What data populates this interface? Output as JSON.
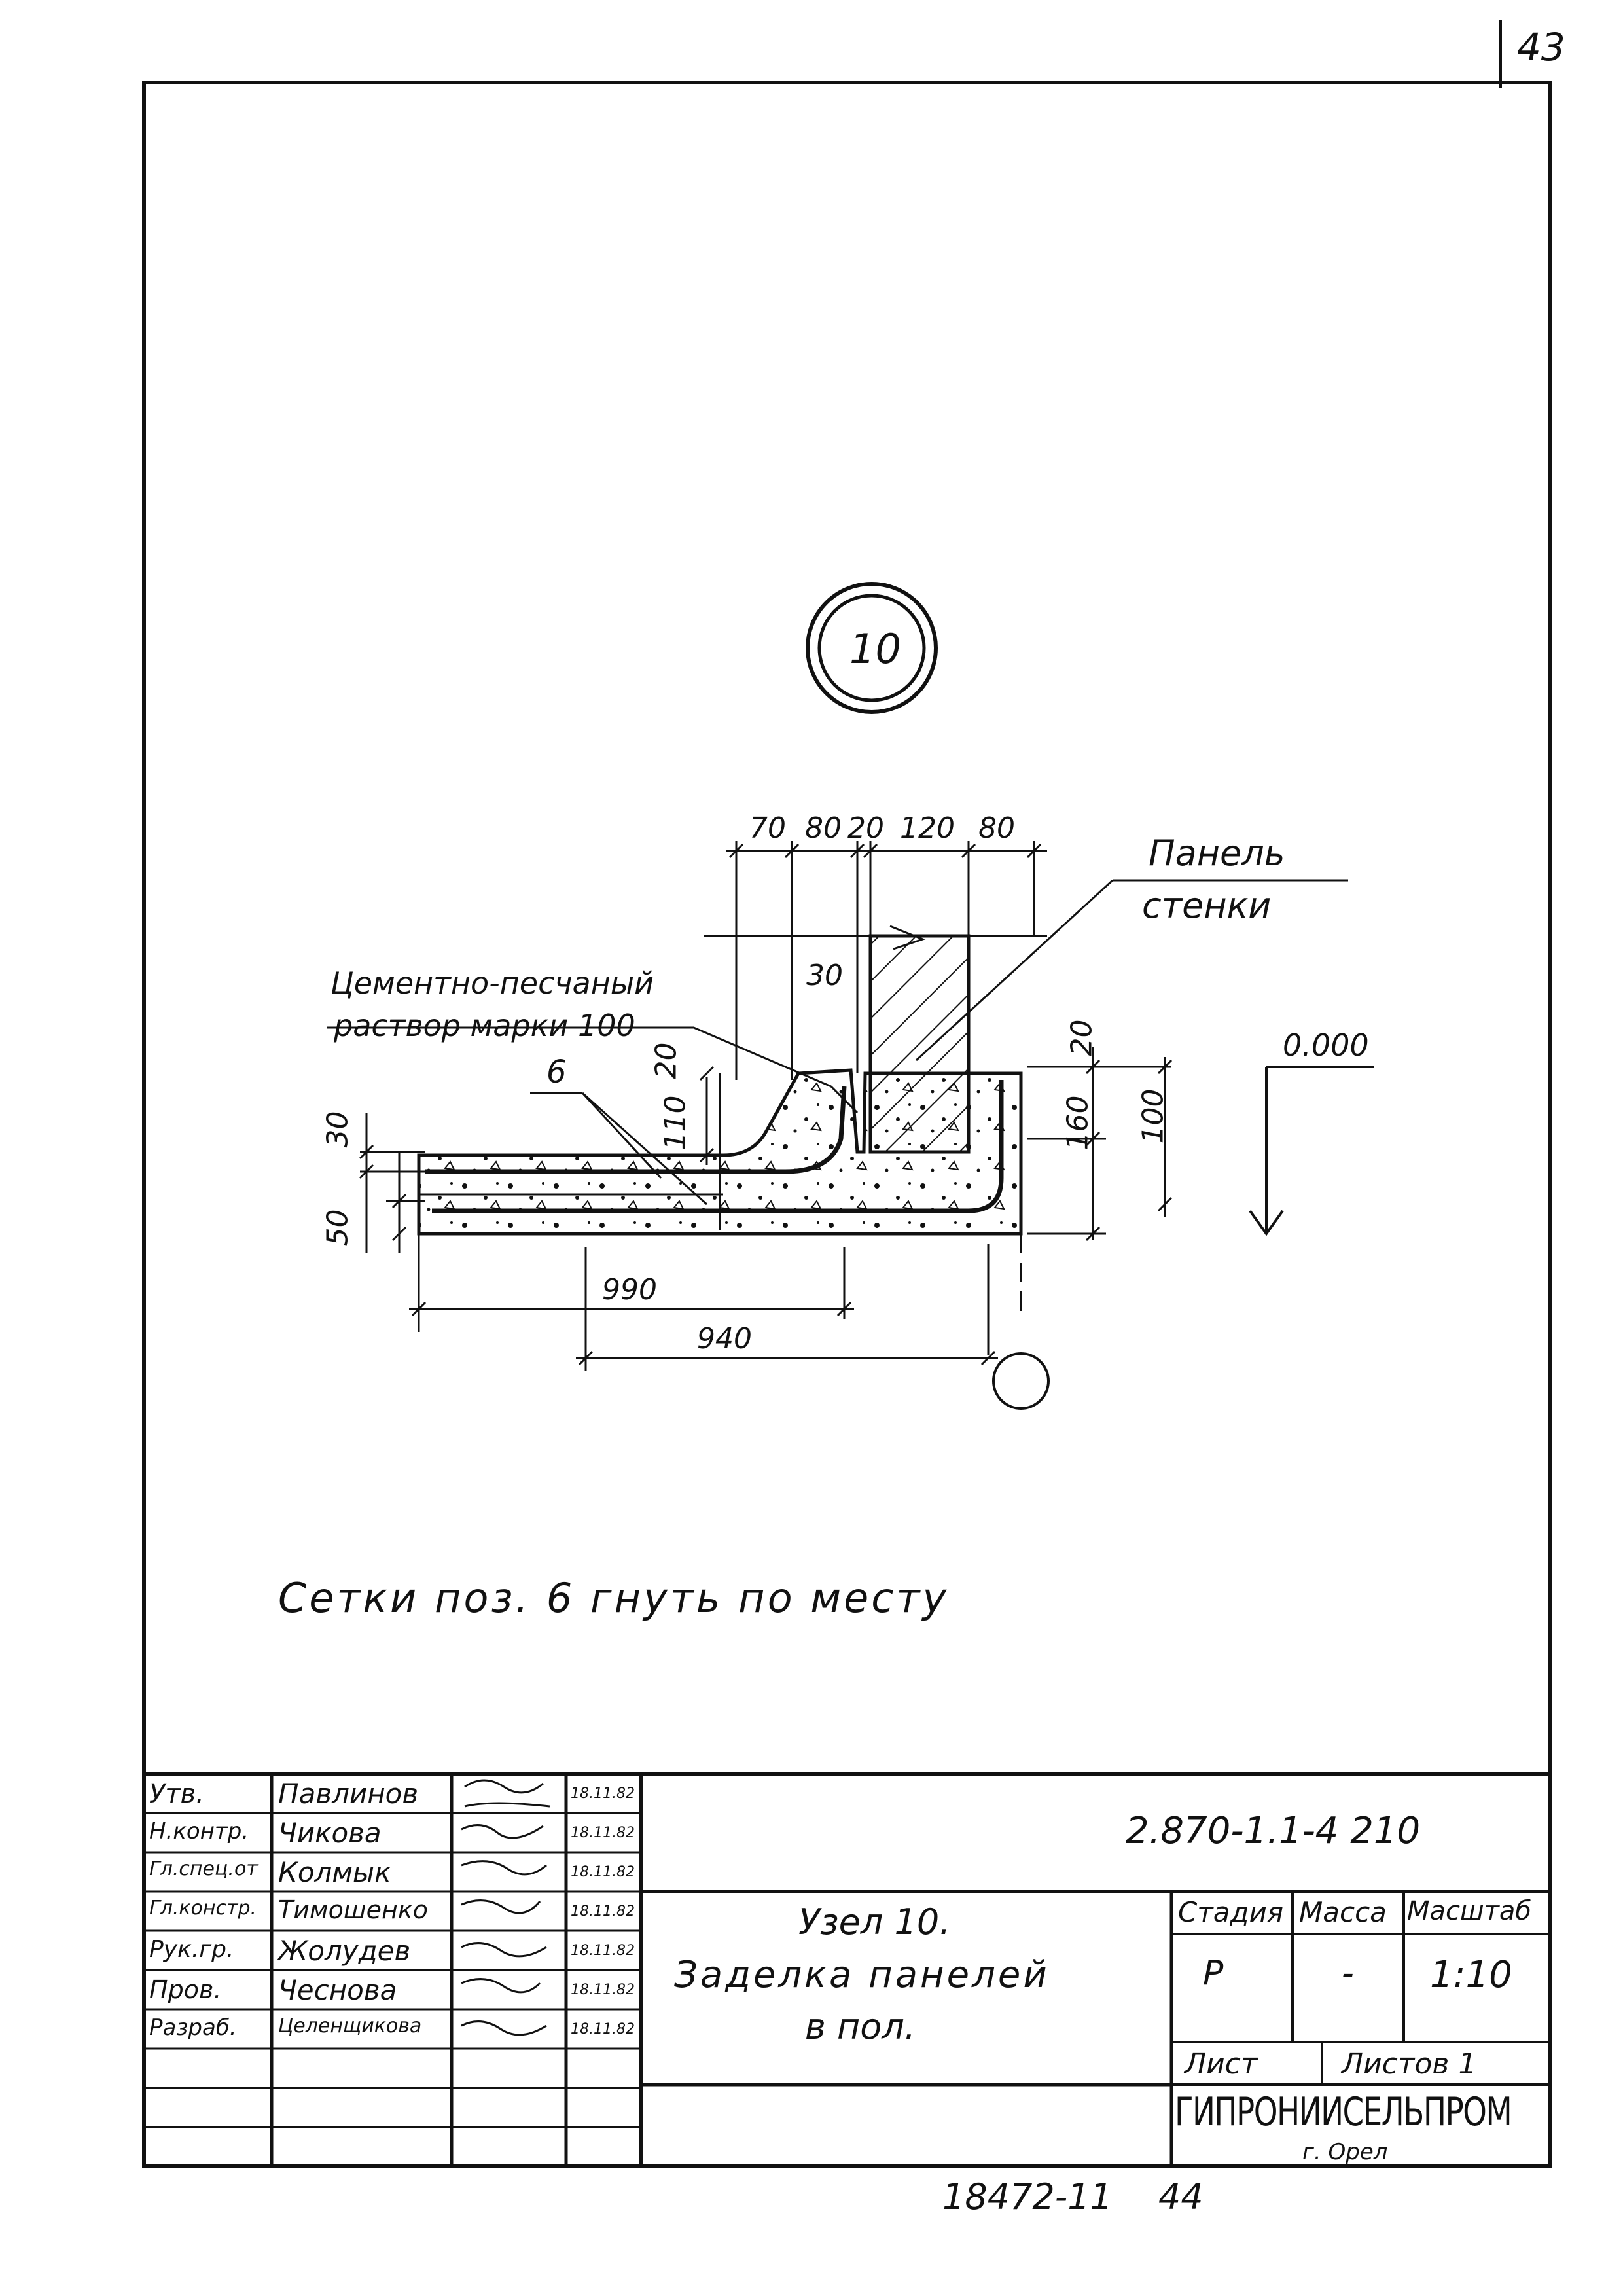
{
  "sheet": {
    "page_number": "43",
    "bottom_code": "18472-11",
    "bottom_sheet": "44"
  },
  "drawing": {
    "node_marker": "10",
    "label_panel_line1": "Панель",
    "label_panel_line2": "стенки",
    "label_mortar_line1": "Цементно-песчаный",
    "label_mortar_line2": "раствор марки 100",
    "label_mesh_pos": "6",
    "level_mark": "0.000",
    "dims_top": [
      "70",
      "80",
      "20",
      "120",
      "80"
    ],
    "dim_30_top": "30",
    "dim_20_left": "20",
    "dim_110": "110",
    "dim_20_right": "20",
    "dim_160": "160",
    "dim_100": "100",
    "dim_30_left": "30",
    "dim_50_left": "50",
    "dim_990": "990",
    "dim_940": "940"
  },
  "note": "Сетки поз. 6 гнуть по месту",
  "title_block": {
    "roles": [
      "Утв.",
      "Н.контр.",
      "Гл.спец.от",
      "Гл.констр.",
      "Рук.гр.",
      "Пров.",
      "Разраб."
    ],
    "names": [
      "Павлинов",
      "Чикова",
      "Колмык",
      "Тимошенко",
      "Жолудев",
      "Чеснова",
      "Целенщикова"
    ],
    "dates": [
      "18.11.82",
      "18.11.82",
      "18.11.82",
      "18.11.82",
      "18.11.82",
      "18.11.82",
      "18.11.82"
    ],
    "document_code": "2.870-1.1-4 210",
    "title_line1": "Узел 10.",
    "title_line2": "Заделка панелей",
    "title_line3": "в пол.",
    "header_stage": "Стадия",
    "header_mass": "Масса",
    "header_scale": "Масштаб",
    "stage_value": "Р",
    "mass_value": "-",
    "scale_value": "1:10",
    "sheet_label": "Лист",
    "sheets_label": "Листов 1",
    "organization": "ГИПРОНИИСЕЛЬПРОМ",
    "city": "г. Орел"
  }
}
